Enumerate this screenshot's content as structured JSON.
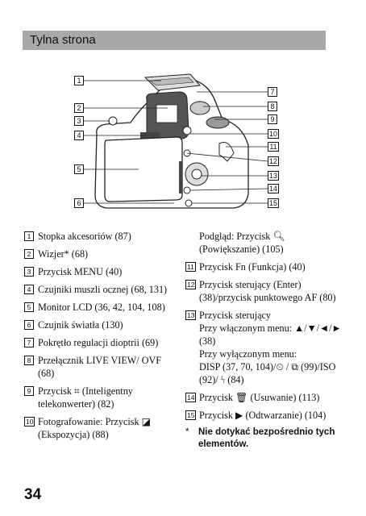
{
  "header": {
    "title": "Tylna strona"
  },
  "callouts": [
    "1",
    "2",
    "3",
    "4",
    "5",
    "6",
    "7",
    "8",
    "9",
    "10",
    "11",
    "12",
    "13",
    "14",
    "15"
  ],
  "left_items": [
    {
      "num": "1",
      "text": "Stopka akcesoriów (87)"
    },
    {
      "num": "2",
      "text": "Wizjer* (68)"
    },
    {
      "num": "3",
      "text": " Przycisk MENU (40)"
    },
    {
      "num": "4",
      "text": "Czujniki muszli ocznej (68, 131)"
    },
    {
      "num": "5",
      "text": "Monitor LCD (36, 42, 104, 108)"
    },
    {
      "num": "6",
      "text": "Czujnik światła (130)"
    },
    {
      "num": "7",
      "text": "Pokrętło regulacji dioptrii (69)"
    },
    {
      "num": "8",
      "text": "Przełącznik LIVE VIEW/ OVF (68)"
    },
    {
      "num": "9",
      "text": " Przycisk ⌗ (Inteligentny telekonwerter)  (82)"
    },
    {
      "num": "10",
      "text": "Fotografowanie: Przycisk ◪ (Ekspozycja) (88)"
    }
  ],
  "right_items": {
    "continuation": "Podgląd: Przycisk 🔍︎ (Powiększanie) (105)",
    "item11": {
      "num": "11",
      "text": " Przycisk Fn (Funkcja) (40)"
    },
    "item12": {
      "num": "12",
      "text": "Przycisk sterujący (Enter) (38)/przycisk punktowego AF (80)"
    },
    "item13": {
      "num": "13",
      "line1": "Przycisk sterujący",
      "line2": "Przy włączonym menu: ▲/▼/◄/► (38)",
      "line3": " Przy wyłączonym menu:",
      "line4": "DISP (37, 70, 104)/⏲ / ⧉ (99)/ISO (92)/ ϟ  (84)"
    },
    "item14": {
      "num": "14",
      "text": " Przycisk 🗑︎ (Usuwanie) (113)"
    },
    "item15": {
      "num": "15",
      "text": " Przycisk ▶ (Odtwarzanie) (104)"
    }
  },
  "note": {
    "asterisk": "*",
    "text": "Nie dotykać bezpośrednio tych elementów."
  },
  "page_number": "34"
}
